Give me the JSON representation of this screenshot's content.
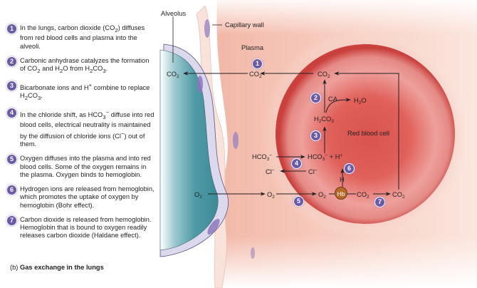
{
  "steps": [
    {
      "number": "1",
      "text_html": "In the lungs, carbon dioxide (CO<sub>2</sub>) diffuses from red blood cells and plasma into the alveoli."
    },
    {
      "number": "2",
      "text_html": "Carbonic anhydrase catalyzes the formation of CO<sub>2</sub> and H<sub>2</sub>O from H<sub>2</sub>CO<sub>3</sub>."
    },
    {
      "number": "3",
      "text_html": "Bicarbonate ions and H<sup>+</sup> combine to replace H<sub>2</sub>CO<sub>3</sub>."
    },
    {
      "number": "4",
      "text_html": "In the chloride shift, as HCO<sub>3</sub><sup>&minus;</sup> diffuse into red blood cells, electrical neutrality is maintained by the diffusion of chloride ions (Cl<sup>&minus;</sup>) out of them."
    },
    {
      "number": "5",
      "text_html": "Oxygen diffuses into the plasma and into red blood cells. Some of the oxygen remains in the plasma. Oxygen binds to hemoglobin."
    },
    {
      "number": "6",
      "text_html": "Hydrogen ions are released from hemoglobin, which promotes the uptake of oxygen by hemoglobin (Bohr effect)."
    },
    {
      "number": "7",
      "text_html": "Carbon dioxide is released from hemoglobin. Hemoglobin that is bound to oxygen readily releases carbon dioxide (Haldane effect)."
    }
  ],
  "caption": {
    "prefix": "(b)",
    "title": "Gas exchange in the lungs"
  },
  "labels": {
    "alveolus": "Alveolus",
    "capillary_wall": "Capillary wall",
    "plasma": "Plasma",
    "red_blood_cell": "Red blood cell",
    "ca": "CA",
    "hb": "Hb",
    "h": "H"
  },
  "badges": [
    "1",
    "2",
    "3",
    "4",
    "5",
    "6",
    "7"
  ],
  "colors": {
    "badge": "#6a5aa8",
    "alveolus": "#4f9aa6",
    "alveolar_wall": "#d9d6ec",
    "plasma": "#f3c4b5",
    "rbc": "#d9534f",
    "hb": "#b8692a"
  }
}
